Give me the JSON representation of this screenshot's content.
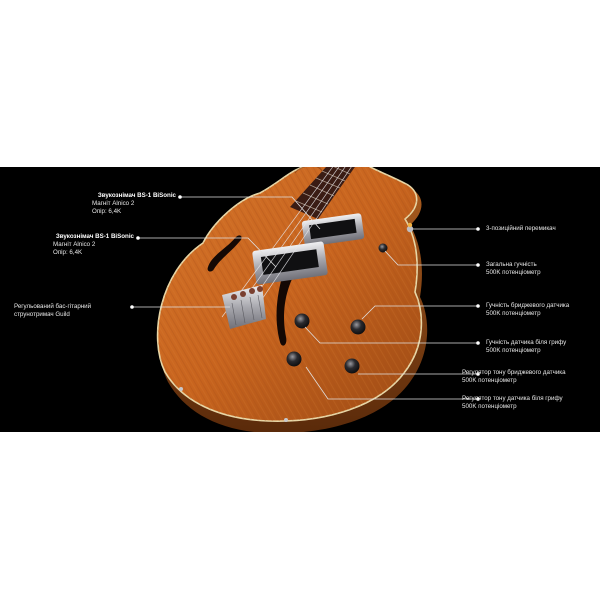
{
  "colors": {
    "background": "#ffffff",
    "band": "#000000",
    "wood": "#c8641e",
    "wood_dark": "#8a3c0e",
    "binding": "#e8d8a8",
    "fretboard": "#3a1c14",
    "chrome": "#c8c8cc",
    "leader": "#e0e0e0"
  },
  "callouts": {
    "left": [
      {
        "title": "Звукознімач BS-1 BiSonic",
        "lines": [
          "Магніт Alnico 2",
          "Опір: 6,4K"
        ]
      },
      {
        "title": "Звукознімач BS-1 BiSonic",
        "lines": [
          "Магніт Alnico 2",
          "Опір: 6,4K"
        ]
      },
      {
        "title": "",
        "lines": [
          "Регульований бас-гітарний",
          "струнотримач Guild"
        ]
      }
    ],
    "right": [
      {
        "lines": [
          "3-позиційний перемикач"
        ]
      },
      {
        "lines": [
          "Загальна гучність",
          "500K потенціометр"
        ]
      },
      {
        "lines": [
          "Гучність бриджевого датчика",
          "500K потенціометр"
        ]
      },
      {
        "lines": [
          "Гучність датчика біля грифу",
          "500K потенціометр"
        ]
      },
      {
        "lines": [
          "Регулятор тону бриджевого датчика",
          "500K потенціометр"
        ]
      },
      {
        "lines": [
          "Регулятор тону датчика біля грифу",
          "500K потенціометр"
        ]
      }
    ]
  }
}
